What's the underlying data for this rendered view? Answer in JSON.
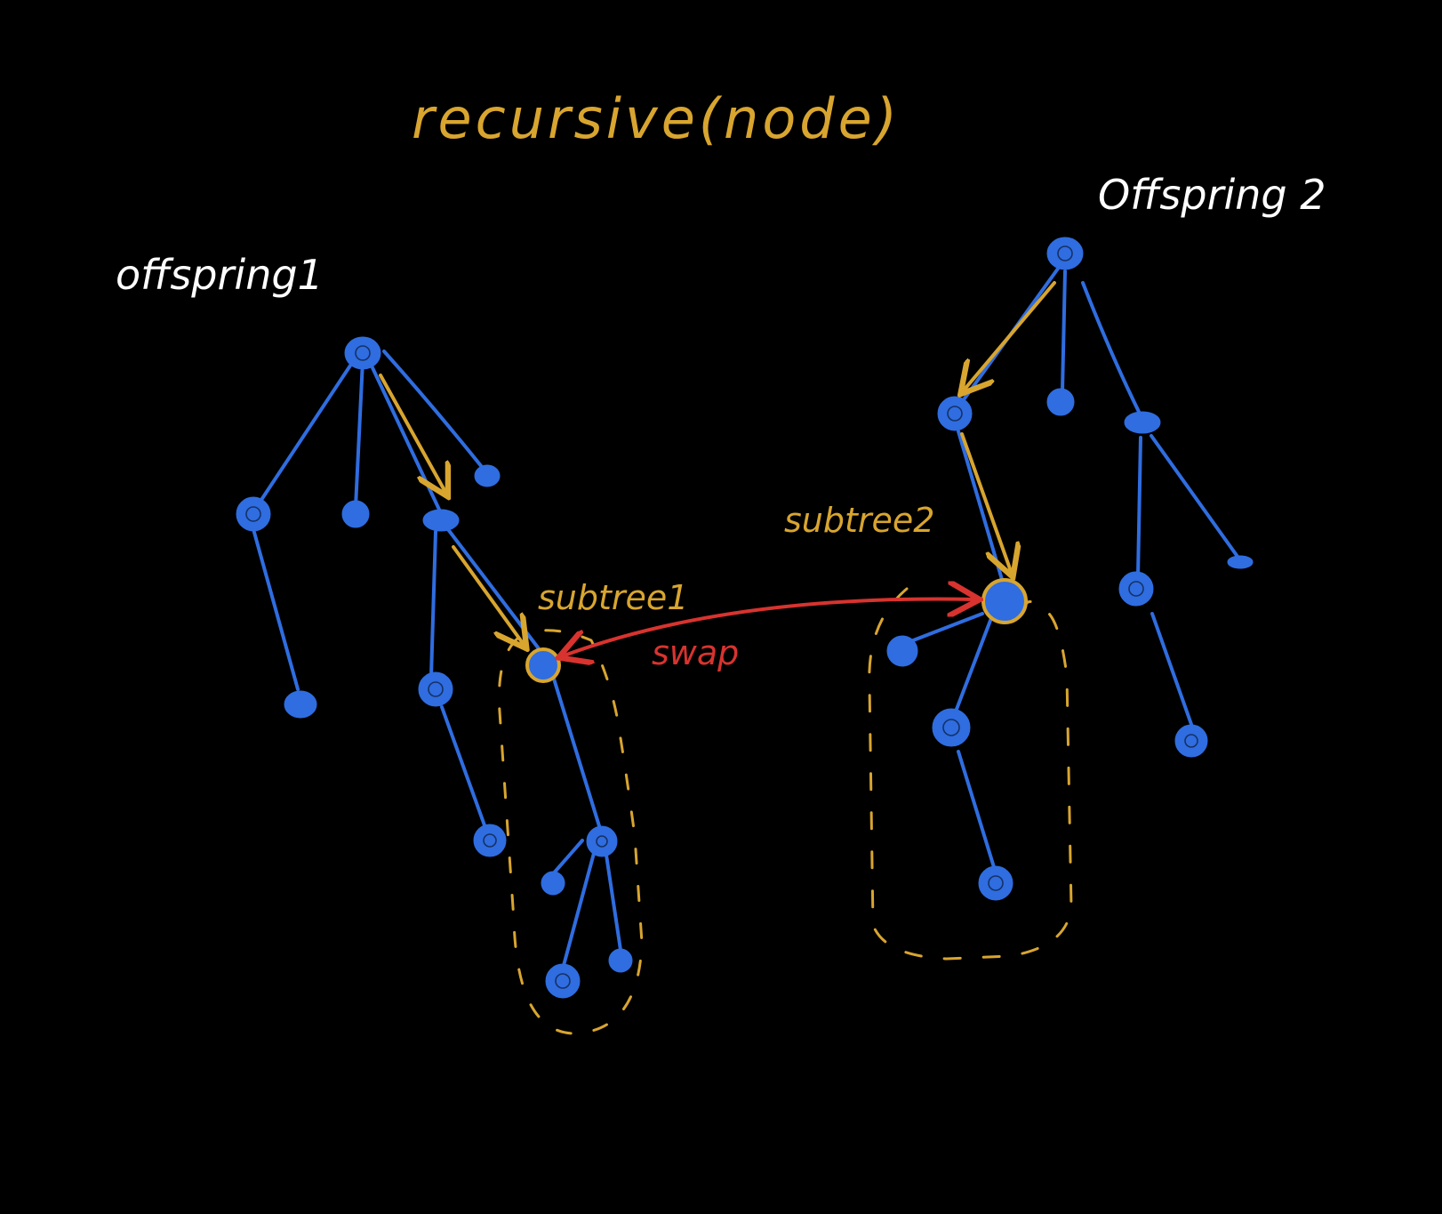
{
  "title": "recursive(node)",
  "trees": [
    {
      "id": "t1",
      "label": "offspring1",
      "subtree_label": "subtree1"
    },
    {
      "id": "t2",
      "label": "Offspring 2",
      "subtree_label": "subtree2"
    }
  ],
  "swap_label": "swap",
  "colors": {
    "background": "#000000",
    "tree": "#2f6de0",
    "traversal": "#d8a52f",
    "swap": "#d8332f",
    "label": "#ffffff"
  }
}
